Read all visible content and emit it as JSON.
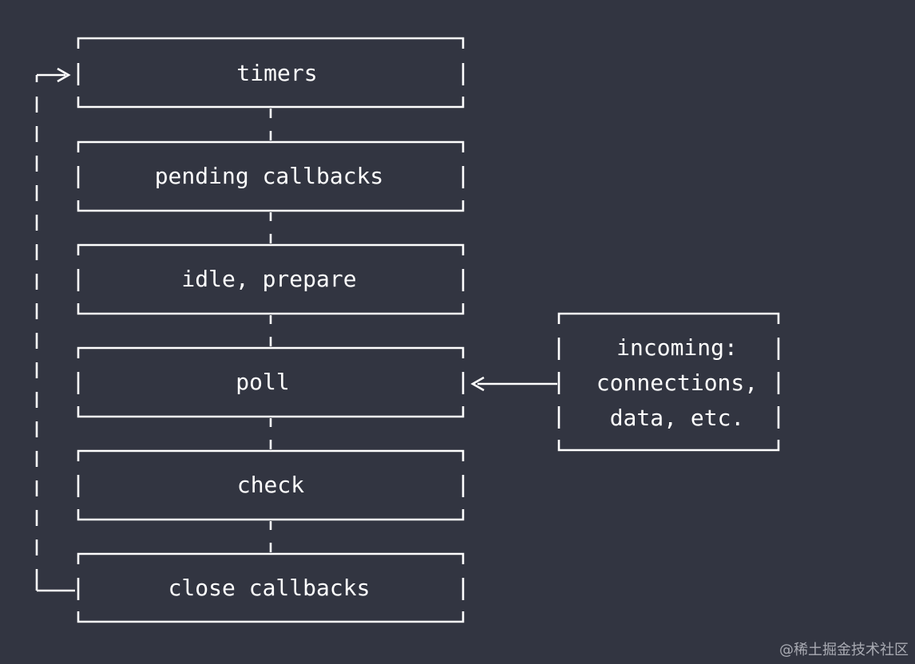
{
  "phases": [
    {
      "label": "timers"
    },
    {
      "label": "pending callbacks"
    },
    {
      "label": "idle, prepare"
    },
    {
      "label": "poll"
    },
    {
      "label": "check"
    },
    {
      "label": "close callbacks"
    }
  ],
  "incoming": {
    "lines": [
      "incoming:",
      "connections,",
      "data, etc."
    ]
  },
  "watermark": "@稀土掘金技术社区",
  "colors": {
    "background": "#323541",
    "stroke": "#ffffff"
  }
}
